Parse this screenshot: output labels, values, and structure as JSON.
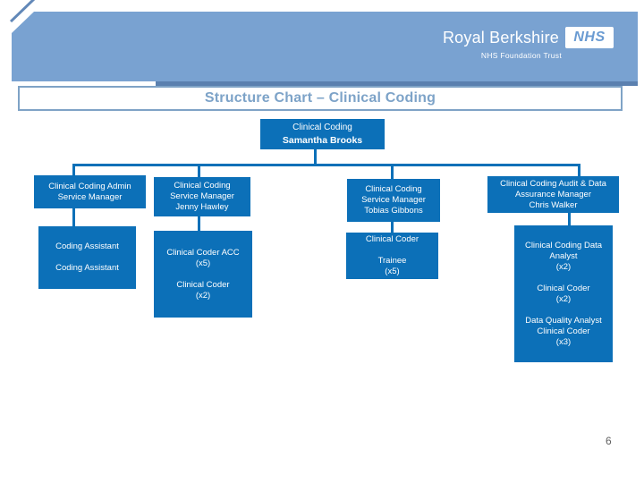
{
  "header": {
    "trust_name": "Royal Berkshire",
    "nhs_logo_text": "NHS",
    "trust_subtitle": "NHS Foundation Trust"
  },
  "title": "Structure Chart – Clinical Coding",
  "org_chart": {
    "root": {
      "department": "Clinical Coding",
      "name": "Samantha Brooks"
    },
    "columns": [
      {
        "manager": "Clinical Coding Admin\nService Manager",
        "reports": "Coding Assistant\n\nCoding Assistant"
      },
      {
        "manager": "Clinical Coding\nService Manager\nJenny Hawley",
        "reports": "Clinical Coder ACC\n(x5)\n\nClinical Coder\n(x2)"
      },
      {
        "manager": "Clinical Coding\nService Manager\nTobias Gibbons",
        "reports": "Clinical Coder\n\nTrainee\n(x5)"
      },
      {
        "manager": "Clinical Coding Audit & Data\nAssurance Manager\nChris Walker",
        "reports": "Clinical Coding Data\nAnalyst\n(x2)\n\nClinical Coder\n(x2)\n\nData Quality Analyst\nClinical Coder\n(x3)"
      }
    ]
  },
  "page_number": "6",
  "colors": {
    "box_blue": "#0c70b8",
    "banner_blue": "#79a2d1",
    "banner_shadow_blue": "#5b80af",
    "title_blue": "#7da3c8",
    "page_number_gray": "#5f5f5f"
  }
}
